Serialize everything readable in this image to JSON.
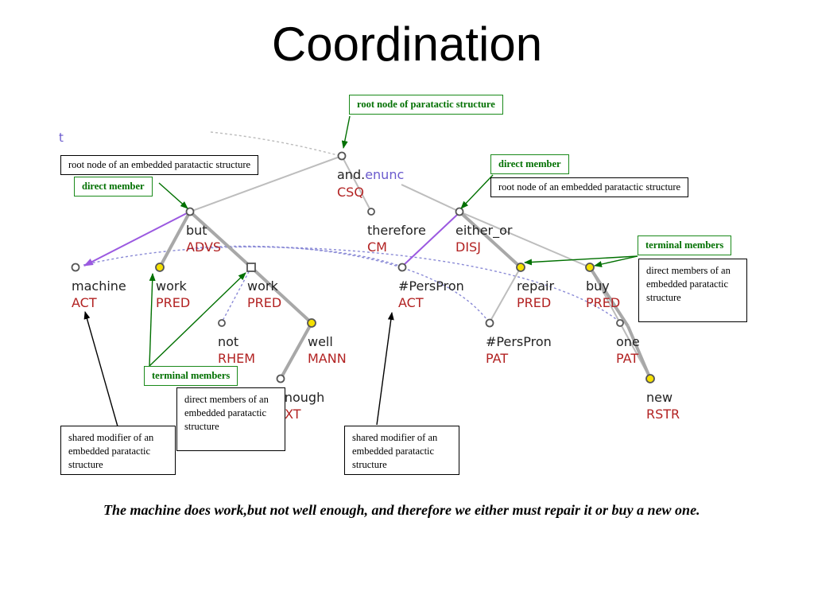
{
  "title": "Coordination",
  "corner_fragment": "t",
  "nodes": [
    {
      "id": "and",
      "lemma": "and.",
      "lemma_suffix": "enunc",
      "functor": "CSQ"
    },
    {
      "id": "therefore",
      "lemma": "therefore",
      "functor": "CM"
    },
    {
      "id": "but",
      "lemma": "but",
      "functor": "ADVS"
    },
    {
      "id": "either_or",
      "lemma": "either_or",
      "functor": "DISJ"
    },
    {
      "id": "machine",
      "lemma": "machine",
      "functor": "ACT"
    },
    {
      "id": "work1",
      "lemma": "work",
      "functor": "PRED"
    },
    {
      "id": "work2",
      "lemma": "work",
      "functor": "PRED"
    },
    {
      "id": "perspron1",
      "lemma": "#PersPron",
      "functor": "ACT"
    },
    {
      "id": "repair",
      "lemma": "repair",
      "functor": "PRED"
    },
    {
      "id": "buy",
      "lemma": "buy",
      "functor": "PRED"
    },
    {
      "id": "not",
      "lemma": "not",
      "functor": "RHEM"
    },
    {
      "id": "well",
      "lemma": "well",
      "functor": "MANN"
    },
    {
      "id": "perspron2",
      "lemma": "#PersPron",
      "functor": "PAT"
    },
    {
      "id": "one",
      "lemma": "one",
      "functor": "PAT"
    },
    {
      "id": "enough",
      "lemma": "enough",
      "functor": "EXT"
    },
    {
      "id": "new",
      "lemma": "new",
      "functor": "RSTR"
    }
  ],
  "callouts": {
    "root_paratactic": "root node of paratactic structure",
    "root_embedded_left": "root node of an embedded paratactic structure",
    "direct_member_left": "direct member",
    "direct_member_right": "direct member",
    "root_embedded_right": "root node of an embedded paratactic structure",
    "terminal_members_right": "terminal members",
    "direct_members_right": "direct members of an embedded paratactic structure",
    "terminal_members_left": "terminal members",
    "direct_members_left": "direct members of an embedded paratactic structure",
    "shared_modifier_left": "shared modifier of an embedded paratactic structure",
    "shared_modifier_right": "shared modifier of an embedded paratactic structure"
  },
  "sentence": "The machine does work,but not well enough, and therefore we either must repair it or buy a new one.",
  "colors": {
    "callout_green": "#007000",
    "functor_red": "#b22222",
    "coord_purple": "#9b59e0",
    "terminal_yellow": "#f5e000",
    "edge_gray": "#b8b8b8",
    "dotted_blue": "#8080d0"
  }
}
